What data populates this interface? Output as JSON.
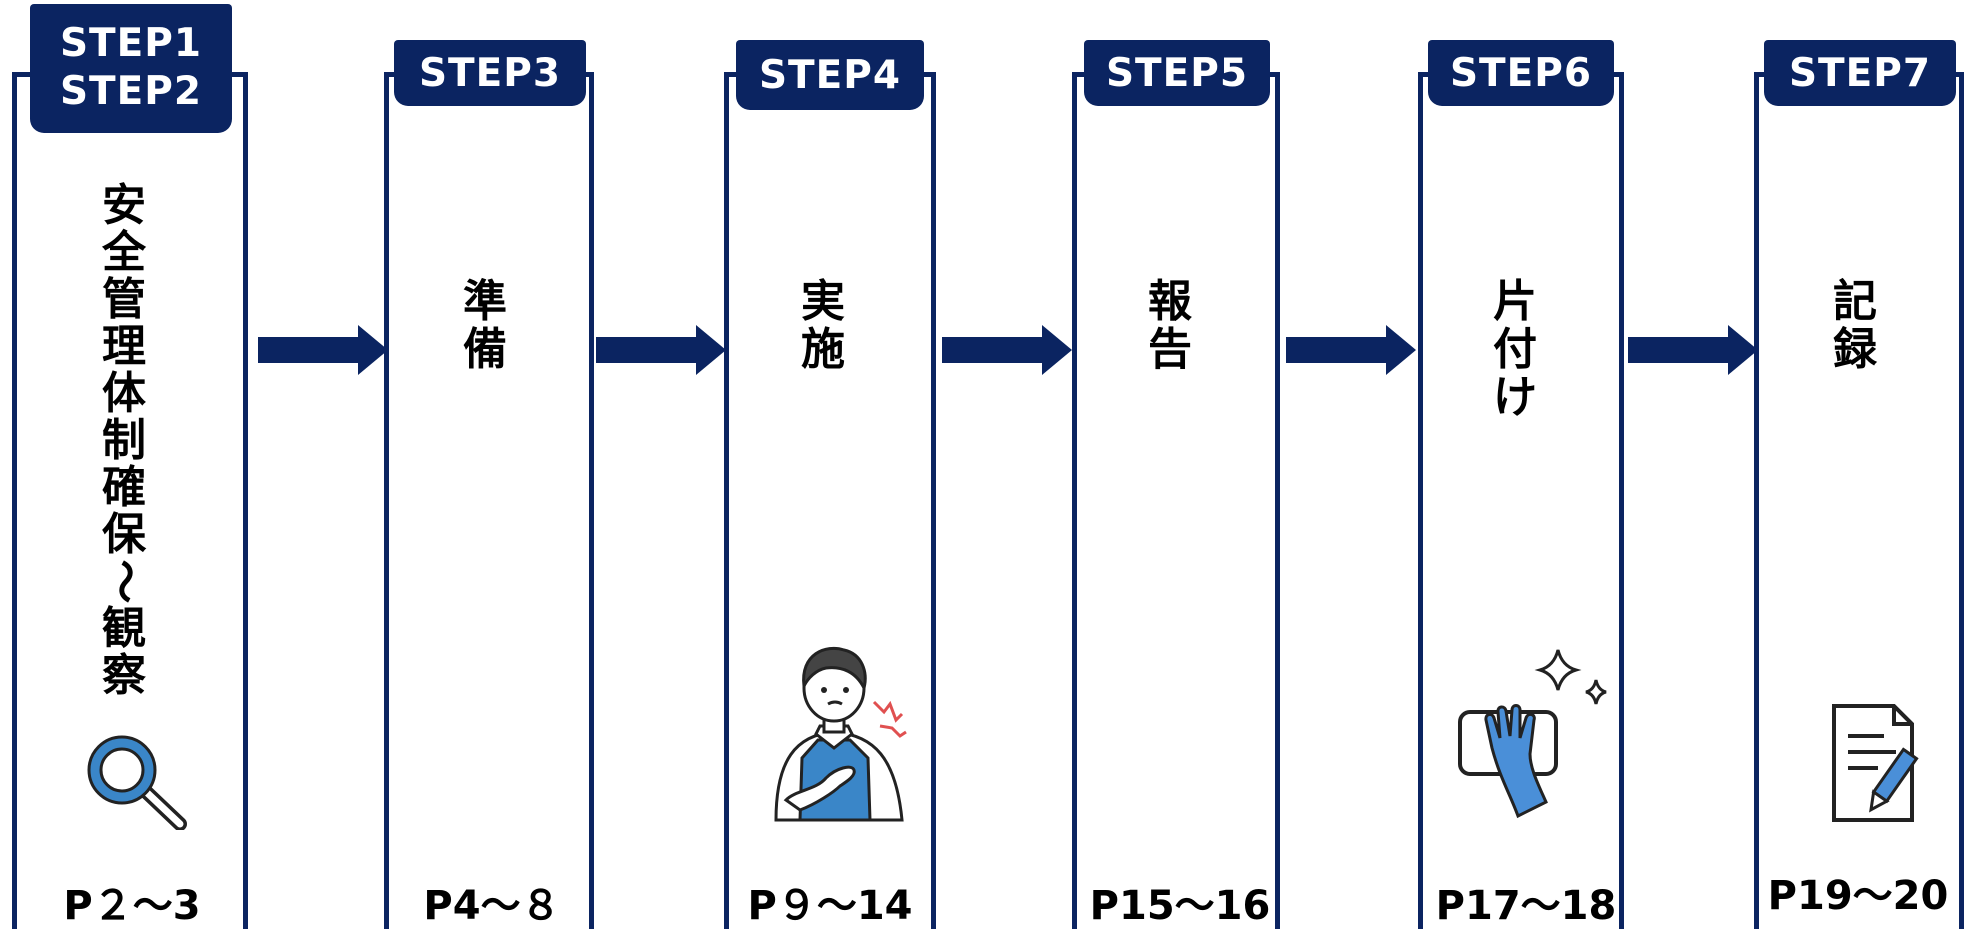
{
  "steps": [
    {
      "tab_line1": "STEP1",
      "tab_line2": "STEP2",
      "title_chars": [
        "安",
        "全",
        "管",
        "理",
        "体",
        "制",
        "確",
        "保",
        "〜",
        "観",
        "察"
      ],
      "pages": "P２〜3",
      "icon": "magnifier-icon"
    },
    {
      "tab_line1": "STEP3",
      "title_chars": [
        "準",
        "備"
      ],
      "pages": "P4〜８"
    },
    {
      "tab_line1": "STEP4",
      "title_chars": [
        "実",
        "施"
      ],
      "pages": "P９〜14",
      "icon": "worker-chest-pain-illustration"
    },
    {
      "tab_line1": "STEP5",
      "title_chars": [
        "報",
        "告"
      ],
      "pages": "P15〜16"
    },
    {
      "tab_line1": "STEP6",
      "title_chars": [
        "片",
        "付",
        "け"
      ],
      "pages": "P17〜18",
      "icon": "gloved-hand-wiping-icon"
    },
    {
      "tab_line1": "STEP7",
      "title_chars": [
        "記",
        "録"
      ],
      "pages": "P19〜20",
      "icon": "document-pen-icon"
    }
  ],
  "colors": {
    "navy": "#0b2461",
    "glove_blue": "#4a8fd8",
    "apron_blue": "#3a86c8",
    "accent_red": "#e05050"
  }
}
